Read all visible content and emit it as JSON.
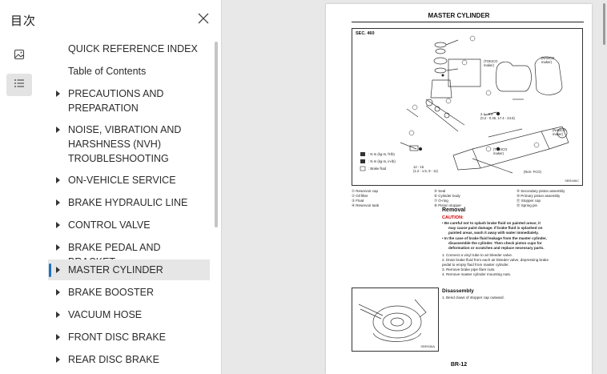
{
  "sidebar": {
    "title": "目次",
    "close_icon": "close-icon",
    "rail": {
      "thumbnails_icon": "image-icon",
      "outline_icon": "list-icon"
    },
    "toc": [
      {
        "label": "QUICK REFERENCE INDEX",
        "expandable": false
      },
      {
        "label": "Table of Contents",
        "expandable": false
      },
      {
        "label": "PRECAUTIONS AND PREPARATION",
        "expandable": true
      },
      {
        "label": "NOISE, VIBRATION AND HARSHNESS (NVH) TROUBLESHOOTING",
        "expandable": true
      },
      {
        "label": "ON-VEHICLE SERVICE",
        "expandable": true
      },
      {
        "label": "BRAKE HYDRAULIC LINE",
        "expandable": true
      },
      {
        "label": "CONTROL VALVE",
        "expandable": true
      },
      {
        "label": "BRAKE PEDAL AND BRACKET",
        "expandable": true
      },
      {
        "label": "MASTER CYLINDER",
        "expandable": true,
        "active": true
      },
      {
        "label": "BRAKE BOOSTER",
        "expandable": true
      },
      {
        "label": "VACUUM HOSE",
        "expandable": true
      },
      {
        "label": "FRONT DISC BRAKE",
        "expandable": true
      },
      {
        "label": "REAR DISC BRAKE",
        "expandable": true
      }
    ],
    "accent_color": "#1a73c8"
  },
  "page": {
    "title": "MASTER CYLINDER",
    "page_number": "BR-12",
    "figure": {
      "section_code": "SEC. 460",
      "labels": {
        "tokico_maker_top": "(TOKICO\nmaker)",
        "nabco_maker_top": "(NABCO\nmaker)",
        "torque_1": "2.4 - 3.4\n(0.2 - 0.35, 17.4 - 24.6)",
        "nabco_maker_right": "(NABCO\nmaker)",
        "tokico_maker_mid": "(TOKICO\nmaker)",
        "torque_2": "12 - 15\n(1.2 - 1.5, 9 - 11)",
        "key_torque_nm": ": N·m (kg-m, ft-lb)",
        "key_torque_inlb": ": N·m (kg-m, in-lb)",
        "key_brake_fluid": ": Brake fluid",
        "fig_ref_1": "SBR486C",
        "fig_ref_2": "SBR938A",
        "nissan_part": "(Non- FCO)"
      }
    },
    "legend": [
      [
        "① Reservoir cap",
        "⑤ Seal",
        "⑨ Secondary piston assembly"
      ],
      [
        "② Oil filter",
        "⑥ Cylinder body",
        "⑩ Primary piston assembly"
      ],
      [
        "③ Float",
        "⑦ O-ring",
        "⑪ Stopper cap"
      ],
      [
        "④ Reservoir tank",
        "⑧ Piston stopper",
        "⑫ Spring pin"
      ]
    ],
    "removal": {
      "heading": "Removal",
      "caution_label": "CAUTION:",
      "caution_lines": [
        "Be careful not to splash brake fluid on painted areas; it",
        "may cause paint damage. If brake fluid is splashed on",
        "painted areas, wash it away with water immediately.",
        "In the case of brake fluid leakage from the master cylinder,",
        "disassemble the cylinder. Then check piston cups for",
        "deformation or scratches and replace necessary parts."
      ],
      "steps": [
        "1.  Connect a vinyl tube to air bleeder valve.",
        "2.  Drain brake fluid from each air bleeder valve, depressing brake",
        "     pedal to empty fluid from master cylinder.",
        "3.  Remove brake pipe flare nuts.",
        "4.  Remove master cylinder mounting nuts."
      ]
    },
    "disassembly": {
      "heading": "Disassembly",
      "step": "1.  Bend claws of stopper cap outward."
    }
  }
}
